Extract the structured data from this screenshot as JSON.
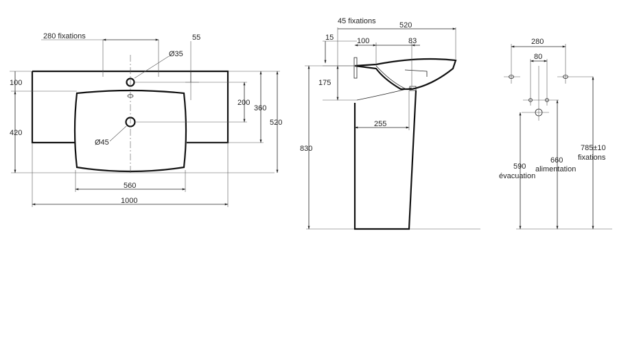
{
  "front_view": {
    "fixations_label": "280 fixations",
    "dim_55": "55",
    "dia_35": "Ø35",
    "dim_100": "100",
    "dim_420": "420",
    "dim_200": "200",
    "dim_360": "360",
    "dim_520": "520",
    "dia_45": "Ø45",
    "dim_560": "560",
    "dim_1000": "1000"
  },
  "side_view": {
    "fixations_label": "45 fixations",
    "dim_520": "520",
    "dim_15": "15",
    "dim_100": "100",
    "dim_83": "83",
    "dim_175": "175",
    "dim_255": "255",
    "dim_830": "830"
  },
  "wall_view": {
    "dim_280": "280",
    "dim_80": "80",
    "evac_value": "590",
    "evac_label": "évacuation",
    "alim_value": "660",
    "alim_label": "alimentation",
    "fix_value": "785±10",
    "fix_label": "fixations"
  }
}
